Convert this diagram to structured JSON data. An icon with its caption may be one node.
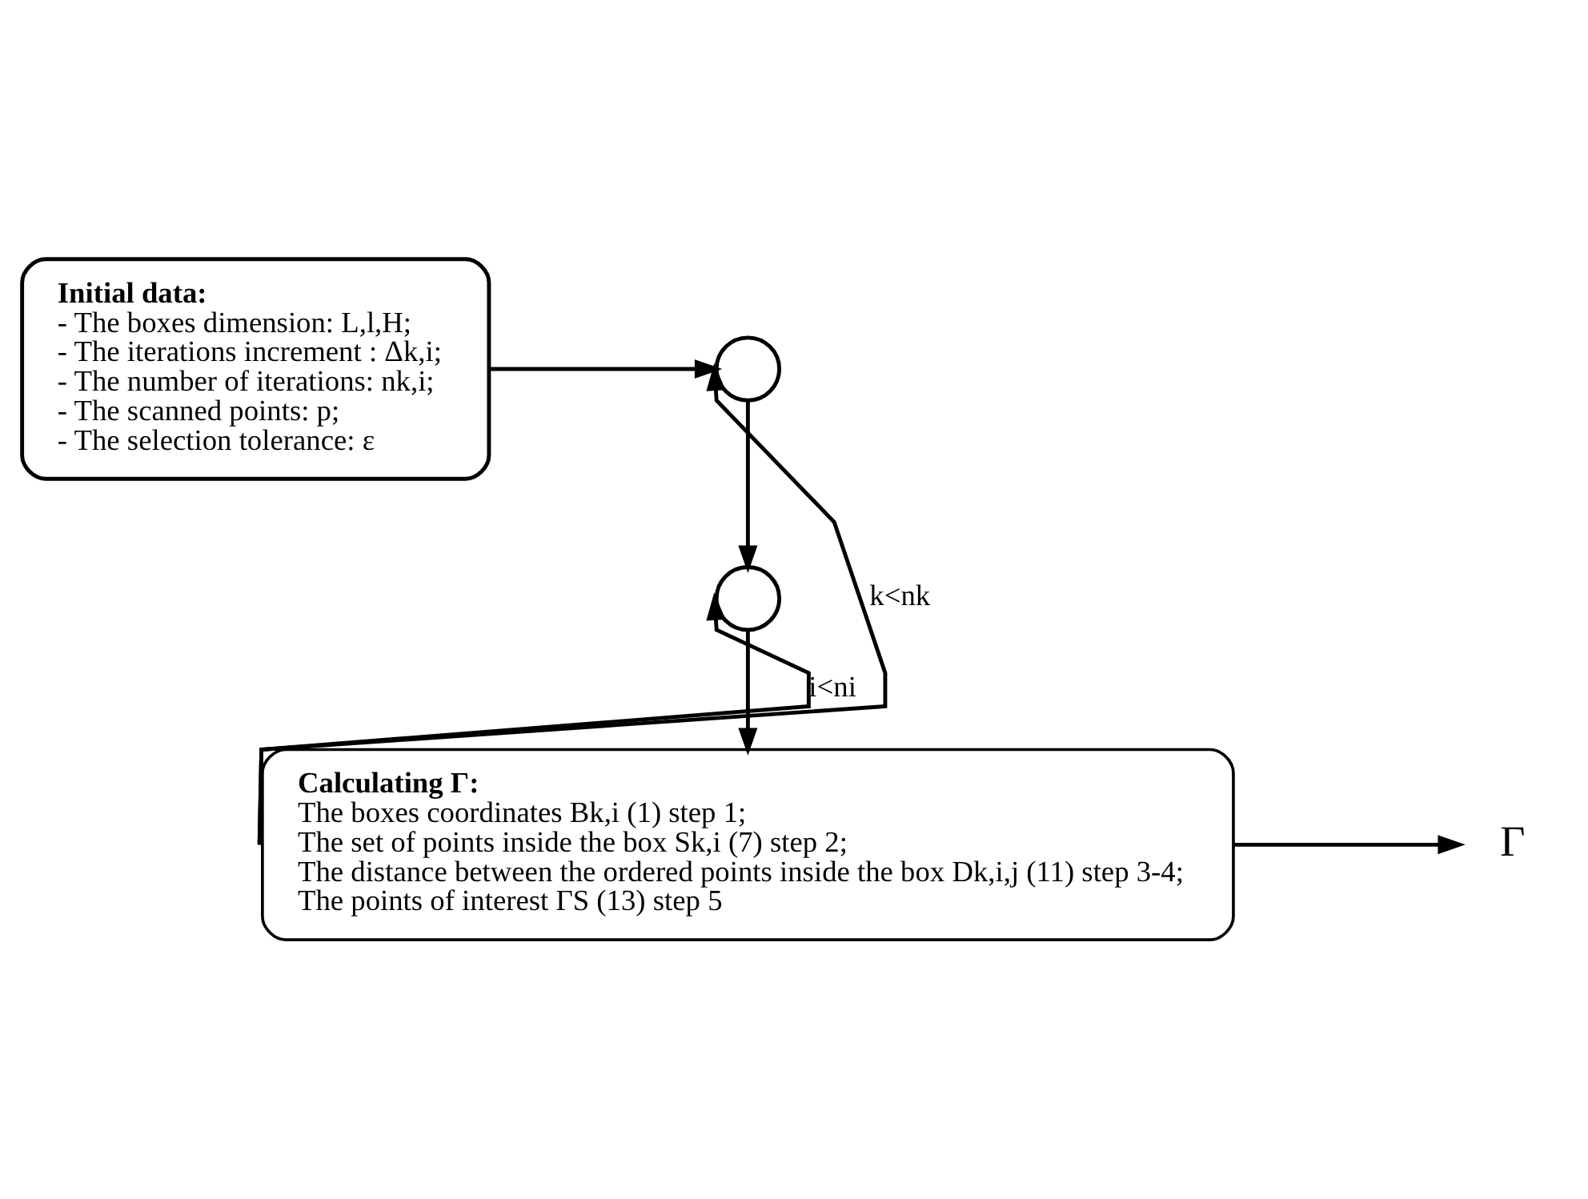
{
  "diagram": {
    "nodes": [
      {
        "text": [
          "Initial data:",
          "- The boxes dimension: L,l,H;",
          "- The iterations increment : Δk,i;",
          "- The number of iterations: nk,i;",
          "- The scanned points: p;",
          "- The selection tolerance: ε"
        ]
      },
      {
        "text": [],
        "shape": "circle"
      },
      {
        "text": [],
        "shape": "circle"
      },
      {
        "text": [
          "Calculating Γ:",
          "The boxes coordinates Bk,i (1) step 1;",
          "The set of points inside the box Sk,i (7) step 2;",
          "The distance between the ordered points inside the box Dk,i,j (11) step 3-4;",
          "The points of interest ΓS (13) step 5"
        ]
      },
      {
        "text": [
          "Γ"
        ]
      }
    ],
    "edges": [
      {
        "from": 0,
        "to": 1,
        "arrow": "to"
      },
      {
        "from": 1,
        "to": 2,
        "arrow": "to"
      },
      {
        "from": 2,
        "to": 3,
        "arrow": "to"
      },
      {
        "from": 3,
        "to": 1,
        "arrow": "to",
        "label": "k<nk"
      },
      {
        "from": 3,
        "to": 2,
        "arrow": "to",
        "label": "i<ni"
      },
      {
        "from": 3,
        "to": 4,
        "arrow": "to"
      }
    ]
  }
}
